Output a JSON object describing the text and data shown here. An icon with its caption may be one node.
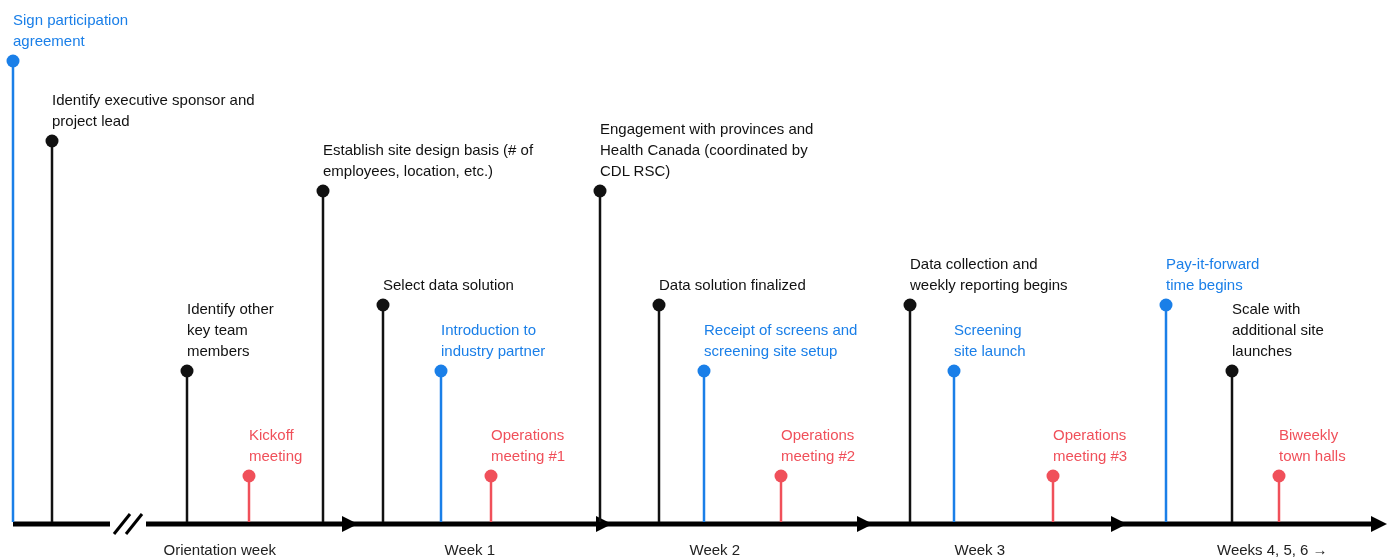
{
  "diagram": {
    "labels": [
      "Sign participation agreement",
      "Identify executive sponsor and project lead",
      "Identify other key team members",
      "Kickoff meeting",
      "Establish site design basis (# of employees, location, etc.)",
      "Select data solution",
      "Introduction to industry partner",
      "Operations meeting #1",
      "Engagement with provinces and Health Canada (coordinated by CDL RSC)",
      "Data solution finalized",
      "Receipt of screens and screening site setup",
      "Operations meeting #2",
      "Data collection and weekly reporting begins",
      "Screening site launch",
      "Operations meeting #3",
      "Pay-it-forward time begins",
      "Scale with additional site launches",
      "Biweekly town halls",
      "Orientation week",
      "Week 1",
      "Week 2",
      "Week 3",
      "Weeks 4, 5, 6 →"
    ]
  }
}
